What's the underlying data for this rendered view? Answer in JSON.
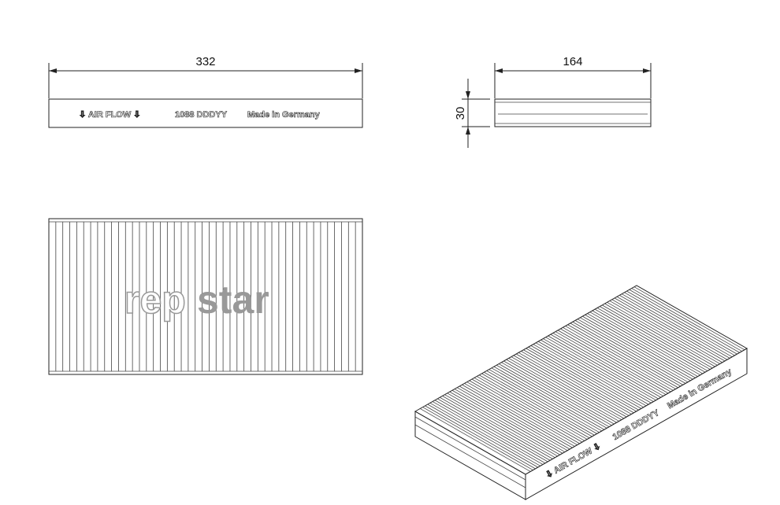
{
  "dimensions": {
    "length": "332",
    "width": "164",
    "height": "30"
  },
  "label": {
    "air_flow": "⇩ AIR FLOW ⇩",
    "code": "1088 DDDYY",
    "origin": "Made in Germany"
  },
  "iso_label": {
    "air_flow": "⇩ AIR FLOW ⇩",
    "code": "1088 DDDYY",
    "origin": "Made in Germany"
  },
  "watermark": {
    "part1": "rep",
    "part2": "star"
  },
  "pleat_count": 45
}
